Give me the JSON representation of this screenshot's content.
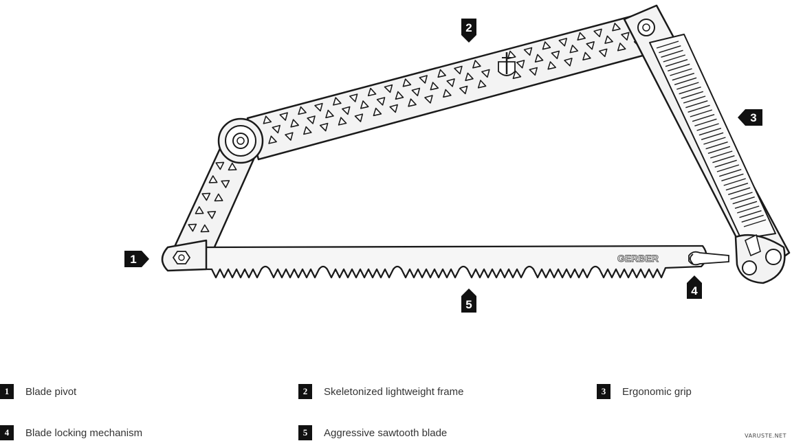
{
  "callouts": [
    {
      "num": "1",
      "label": "Blade pivot"
    },
    {
      "num": "2",
      "label": "Skeletonized lightweight frame"
    },
    {
      "num": "3",
      "label": "Ergonomic grip"
    },
    {
      "num": "4",
      "label": "Blade locking mechanism"
    },
    {
      "num": "5",
      "label": "Aggressive sawtooth blade"
    }
  ],
  "blade_brand": "GERBER",
  "watermark": "VARUSTE.NET",
  "colors": {
    "outline": "#1a1a1a",
    "frame_fill": "#f2f2f2",
    "callout_bg": "#111111"
  }
}
